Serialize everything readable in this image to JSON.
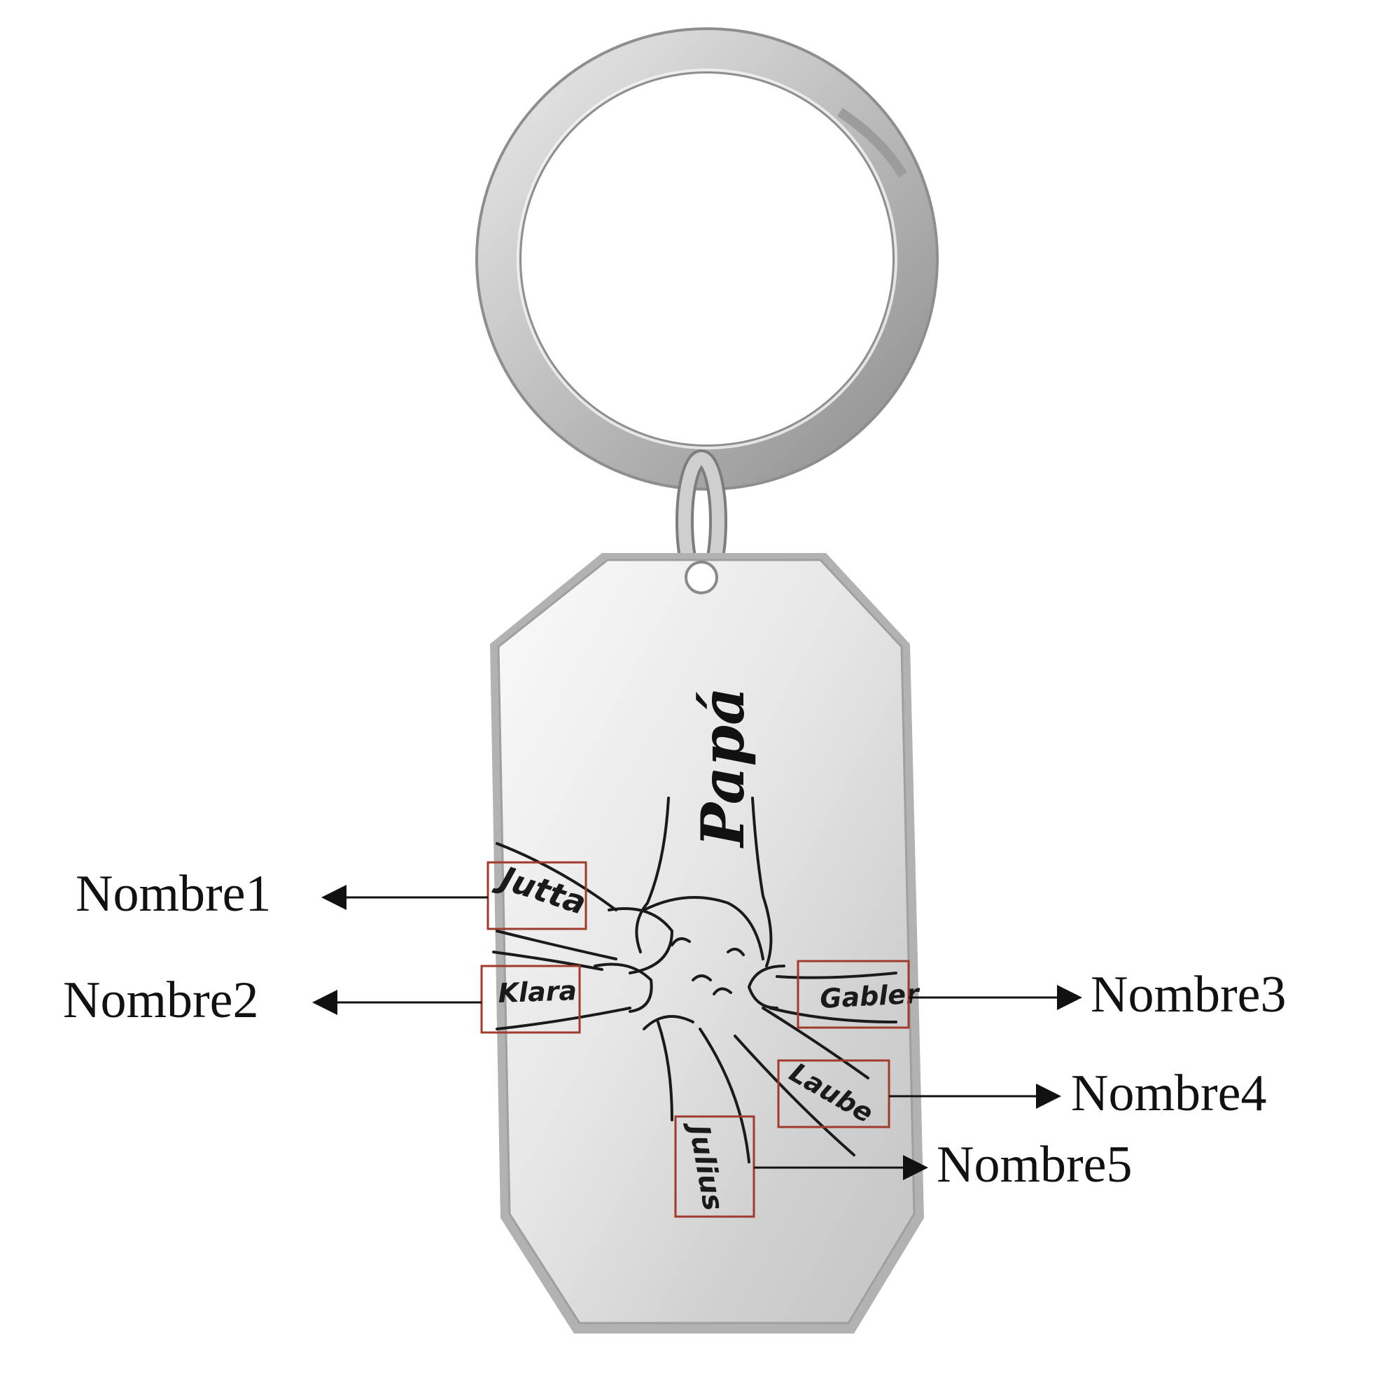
{
  "product": {
    "title_engraving": "Papá",
    "colors": {
      "metal_light": "#f4f4f4",
      "metal_mid": "#d2d2d2",
      "metal_dark": "#9a9a9a",
      "ink": "#1a1a1a",
      "highlight_box": "#a03a2a"
    }
  },
  "names": [
    {
      "engraving": "Jutta",
      "callout": "Nombre1"
    },
    {
      "engraving": "Klara",
      "callout": "Nombre2"
    },
    {
      "engraving": "Gabler",
      "callout": "Nombre3"
    },
    {
      "engraving": "Laube",
      "callout": "Nombre4"
    },
    {
      "engraving": "Julius",
      "callout": "Nombre5"
    }
  ]
}
